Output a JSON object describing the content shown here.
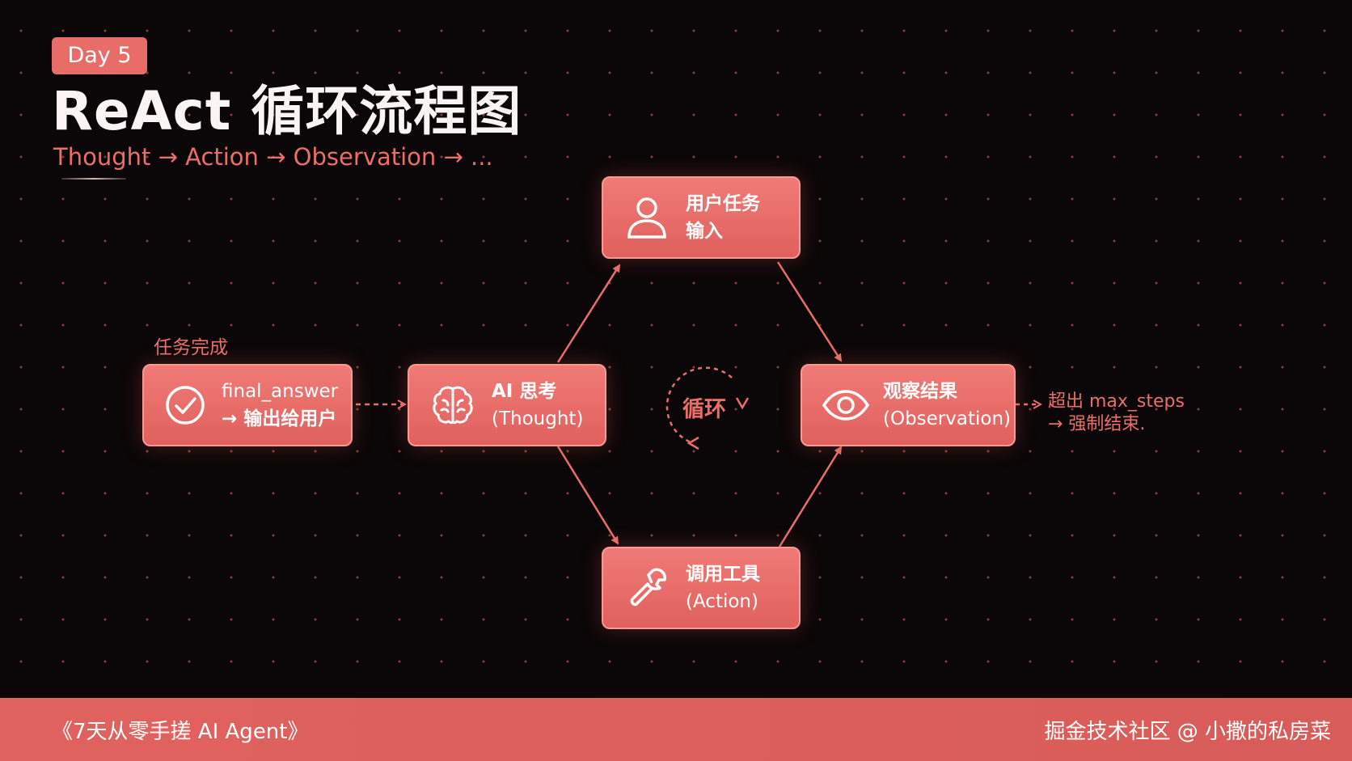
{
  "header": {
    "badge": "Day 5",
    "title": "ReAct 循环流程图",
    "subtitle": "Thought → Action → Observation → ..."
  },
  "nodes": {
    "user_task": {
      "line1": "用户任务",
      "line2": "输入",
      "icon": "user-icon"
    },
    "thought": {
      "line1": "AI 思考",
      "line2": "(Thought)",
      "icon": "brain-icon"
    },
    "observation": {
      "line1": "观察结果",
      "line2": "(Observation)",
      "icon": "eye-icon"
    },
    "action": {
      "line1": "调用工具",
      "line2": "(Action)",
      "icon": "wrench-icon"
    },
    "final": {
      "line1": "final_answer",
      "line2": "→ 输出给用户",
      "icon": "check-circle-icon"
    }
  },
  "labels": {
    "task_done": "任务完成",
    "loop": "循环",
    "max_steps_line1": "超出 max_steps",
    "max_steps_line2": "→ 强制结束."
  },
  "footer": {
    "left": "《7天从零手搓 AI Agent》",
    "right": "掘金技术社区 @ 小撒的私房菜"
  },
  "colors": {
    "accent": "#e86d69",
    "background": "#0b0607",
    "node_border": "#f69a95"
  }
}
